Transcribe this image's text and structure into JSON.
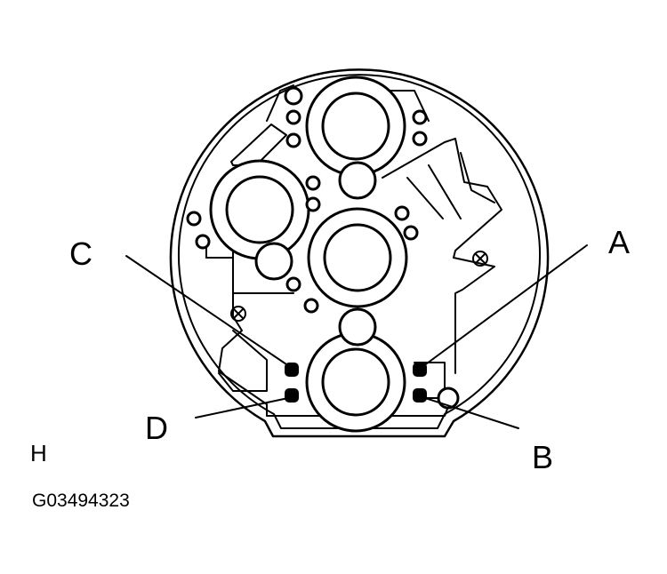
{
  "labels": {
    "a": "A",
    "b": "B",
    "c": "C",
    "d": "D",
    "h": "H"
  },
  "figure_code": "G03494323"
}
